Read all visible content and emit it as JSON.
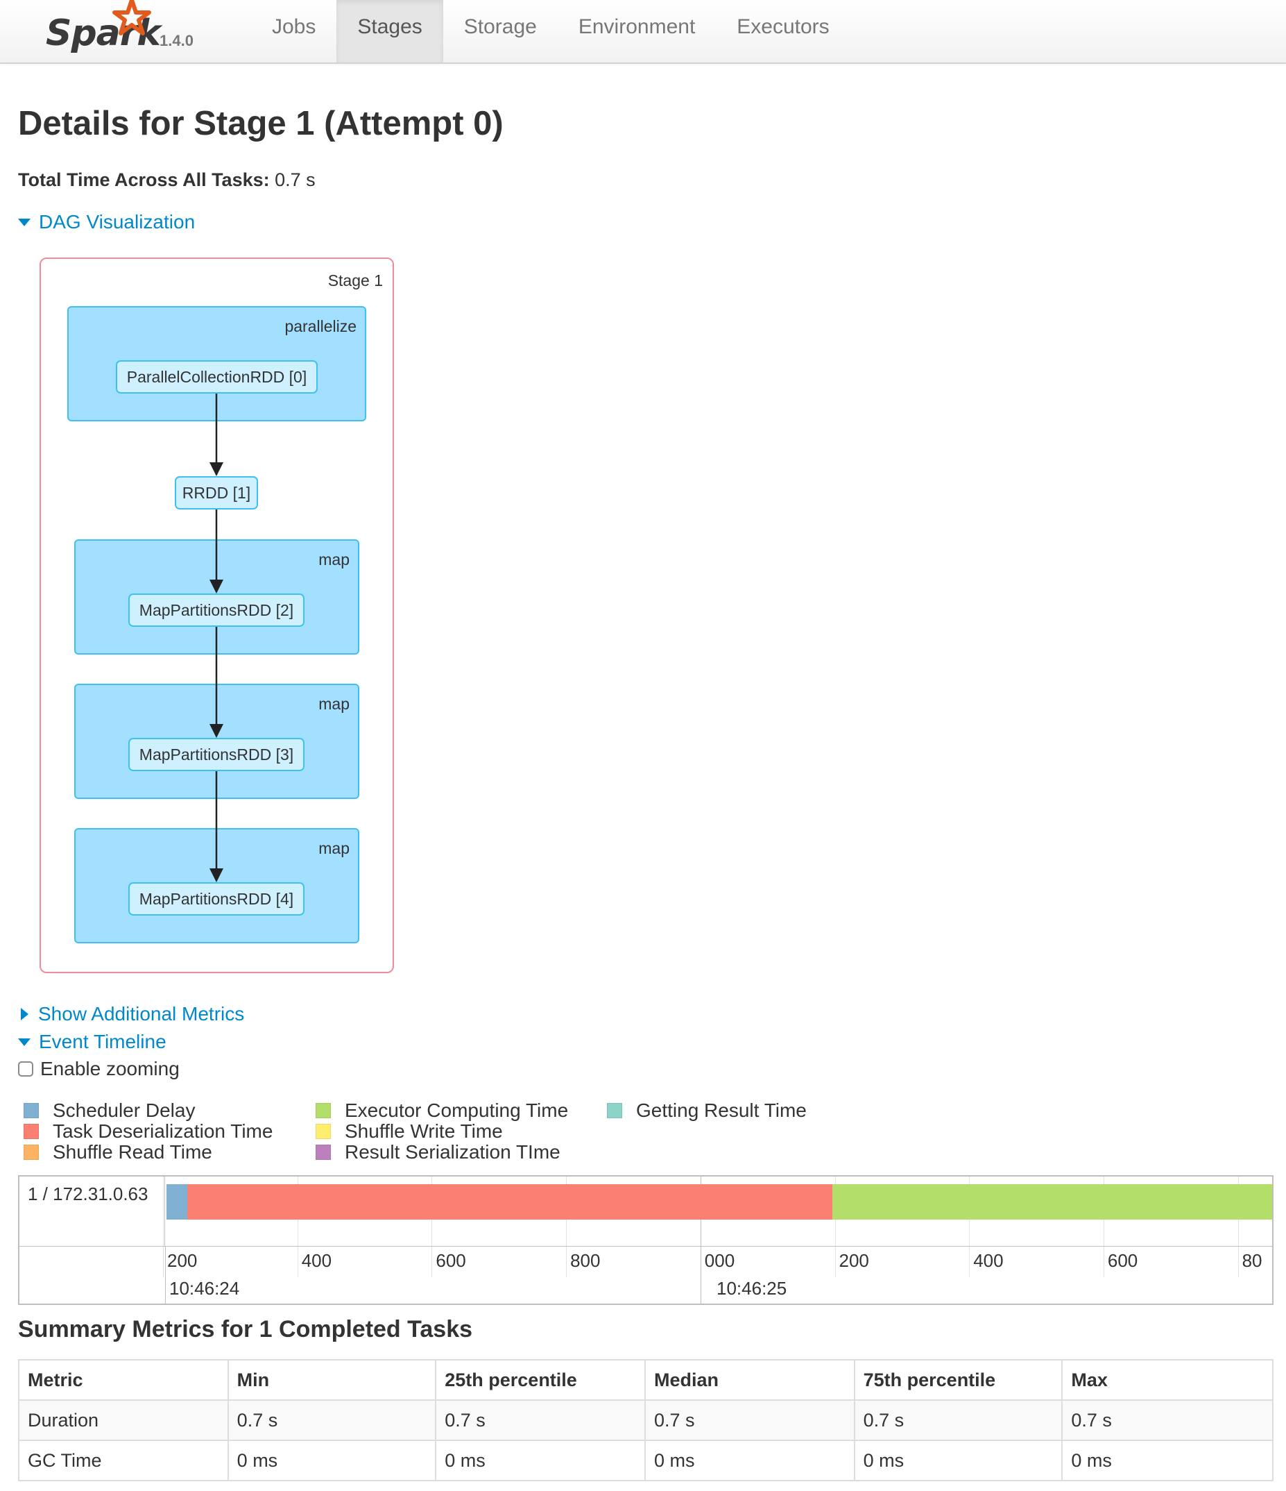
{
  "app": {
    "brand": "Spark",
    "version": "1.4.0"
  },
  "nav": {
    "tabs": [
      {
        "label": "Jobs",
        "active": false
      },
      {
        "label": "Stages",
        "active": true
      },
      {
        "label": "Storage",
        "active": false
      },
      {
        "label": "Environment",
        "active": false
      },
      {
        "label": "Executors",
        "active": false
      }
    ]
  },
  "header": {
    "title": "Details for Stage 1 (Attempt 0)",
    "total_time_label": "Total Time Across All Tasks:",
    "total_time_value": "0.7 s"
  },
  "sections": {
    "dag_toggle": "DAG Visualization",
    "additional_metrics_toggle": "Show Additional Metrics",
    "event_timeline_toggle": "Event Timeline",
    "enable_zooming": "Enable zooming"
  },
  "dag": {
    "stage_label": "Stage 1",
    "clusters": [
      {
        "label": "parallelize",
        "rdd": "ParallelCollectionRDD [0]"
      },
      {
        "label": "map",
        "rdd": "MapPartitionsRDD [2]"
      },
      {
        "label": "map",
        "rdd": "MapPartitionsRDD [3]"
      },
      {
        "label": "map",
        "rdd": "MapPartitionsRDD [4]"
      }
    ],
    "standalone_rdd": "RRDD [1]"
  },
  "legend": [
    {
      "label": "Scheduler Delay",
      "color": "#80b1d3"
    },
    {
      "label": "Task Deserialization Time",
      "color": "#fb8072"
    },
    {
      "label": "Shuffle Read Time",
      "color": "#fdb462"
    },
    {
      "label": "Executor Computing Time",
      "color": "#b3de69"
    },
    {
      "label": "Shuffle Write Time",
      "color": "#ffed6f"
    },
    {
      "label": "Result Serialization TIme",
      "color": "#bc80bd"
    },
    {
      "label": "Getting Result Time",
      "color": "#8dd3c7"
    }
  ],
  "timeline": {
    "executor_label": "1 / 172.31.0.63",
    "ticks": [
      "200",
      "400",
      "600",
      "800",
      "000",
      "200",
      "400",
      "600",
      "80"
    ],
    "major_labels": [
      "10:46:24",
      "10:46:25"
    ],
    "segments": [
      {
        "name": "Scheduler Delay",
        "color": "#80b1d3",
        "fraction": 0.019
      },
      {
        "name": "Task Deserialization Time",
        "color": "#fb8072",
        "fraction": 0.583
      },
      {
        "name": "Executor Computing Time",
        "color": "#b3de69",
        "fraction": 0.398
      }
    ]
  },
  "summary": {
    "title": "Summary Metrics for 1 Completed Tasks",
    "columns": [
      "Metric",
      "Min",
      "25th percentile",
      "Median",
      "75th percentile",
      "Max"
    ],
    "rows": [
      [
        "Duration",
        "0.7 s",
        "0.7 s",
        "0.7 s",
        "0.7 s",
        "0.7 s"
      ],
      [
        "GC Time",
        "0 ms",
        "0 ms",
        "0 ms",
        "0 ms",
        "0 ms"
      ]
    ]
  }
}
